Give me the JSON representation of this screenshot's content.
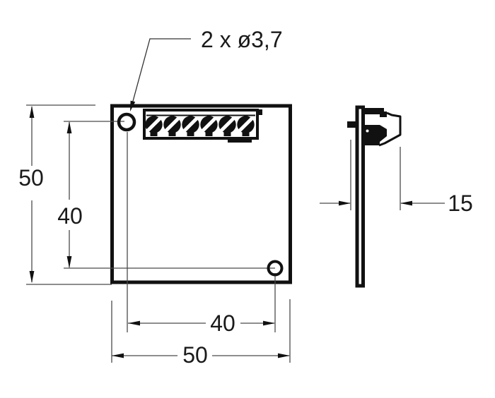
{
  "drawing": {
    "background": "#ffffff",
    "note": {
      "text": "2 x ø3,7"
    },
    "dimensions": {
      "overall_height": {
        "value": "50"
      },
      "hole_offset_vertical": {
        "value": "40"
      },
      "hole_spacing_horizontal": {
        "value": "40"
      },
      "overall_width": {
        "value": "50"
      },
      "depth": {
        "value": "15"
      }
    },
    "front_view": {
      "screw_count": 6
    },
    "colors": {
      "outline": "#111111",
      "dimension_line": "#4a4a4a",
      "text": "#1a1a1a"
    }
  }
}
